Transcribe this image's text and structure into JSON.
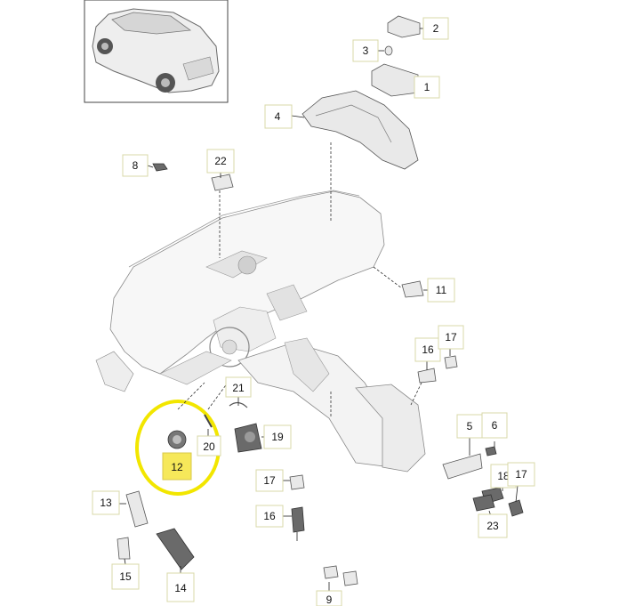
{
  "callouts": {
    "c1": "1",
    "c2": "2",
    "c3": "3",
    "c4": "4",
    "c5": "5",
    "c6": "6",
    "c8": "8",
    "c9": "9",
    "c11": "11",
    "c12": "12",
    "c13": "13",
    "c14": "14",
    "c15": "15",
    "c16a": "16",
    "c16b": "16",
    "c17a": "17",
    "c17b": "17",
    "c17c": "17",
    "c18": "18",
    "c19": "19",
    "c20": "20",
    "c21": "21",
    "c22": "22",
    "c23": "23"
  },
  "highlight": {
    "part": "12",
    "color": "#f6e85a",
    "ring_color": "#f2e600"
  }
}
